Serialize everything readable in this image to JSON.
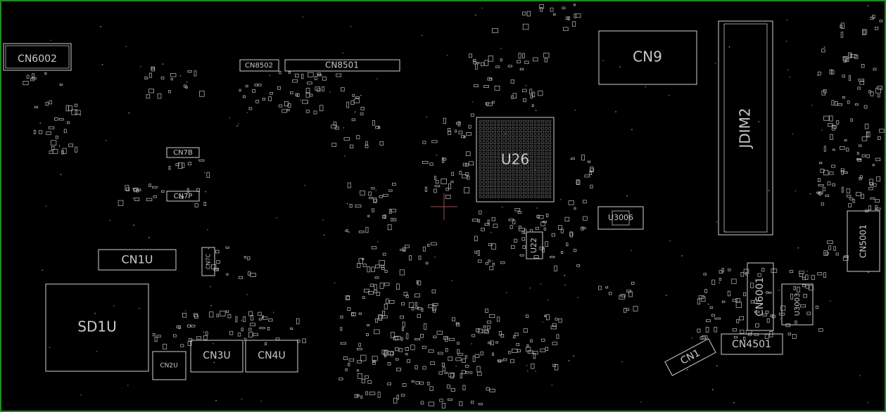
{
  "board": {
    "outline_color": "#1f8a1f",
    "background": "#000000",
    "stroke_color": "#d0d0d0",
    "text_color": "#c8c8c8"
  },
  "labels": {
    "cn6002": "CN6002",
    "cn8502": "CN8502",
    "cn8501": "CN8501",
    "cn9": "CN9",
    "jdim2": "JDIM2",
    "u26": "U26",
    "cn7b": "CN7B",
    "cn7p": "CN7P",
    "cn1u": "CN1U",
    "sd1u": "SD1U",
    "cn3u": "CN3U",
    "cn4u": "CN4U",
    "cn2u": "CN2U",
    "u22": "U22",
    "u3006": "U3006",
    "cn5001": "CN5001",
    "cn6001": "CN6001",
    "u3003": "U3003",
    "cn4501": "CN4501",
    "cn1": "CN1",
    "cn7c": "CN7C"
  }
}
